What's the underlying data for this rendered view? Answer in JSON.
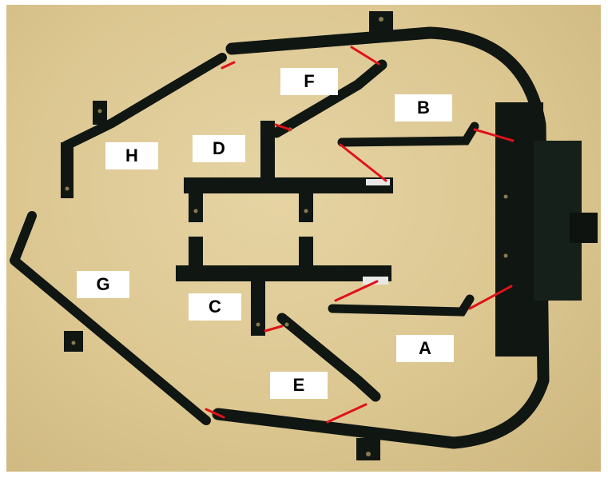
{
  "image": {
    "background_color": "#dcc791",
    "part_color": "#101612",
    "marker_color": "#e0121a",
    "label_bg": "#ffffff"
  },
  "labels": {
    "a": "A",
    "b": "B",
    "c": "C",
    "d": "D",
    "e": "E",
    "f": "F",
    "g": "G",
    "h": "H"
  }
}
